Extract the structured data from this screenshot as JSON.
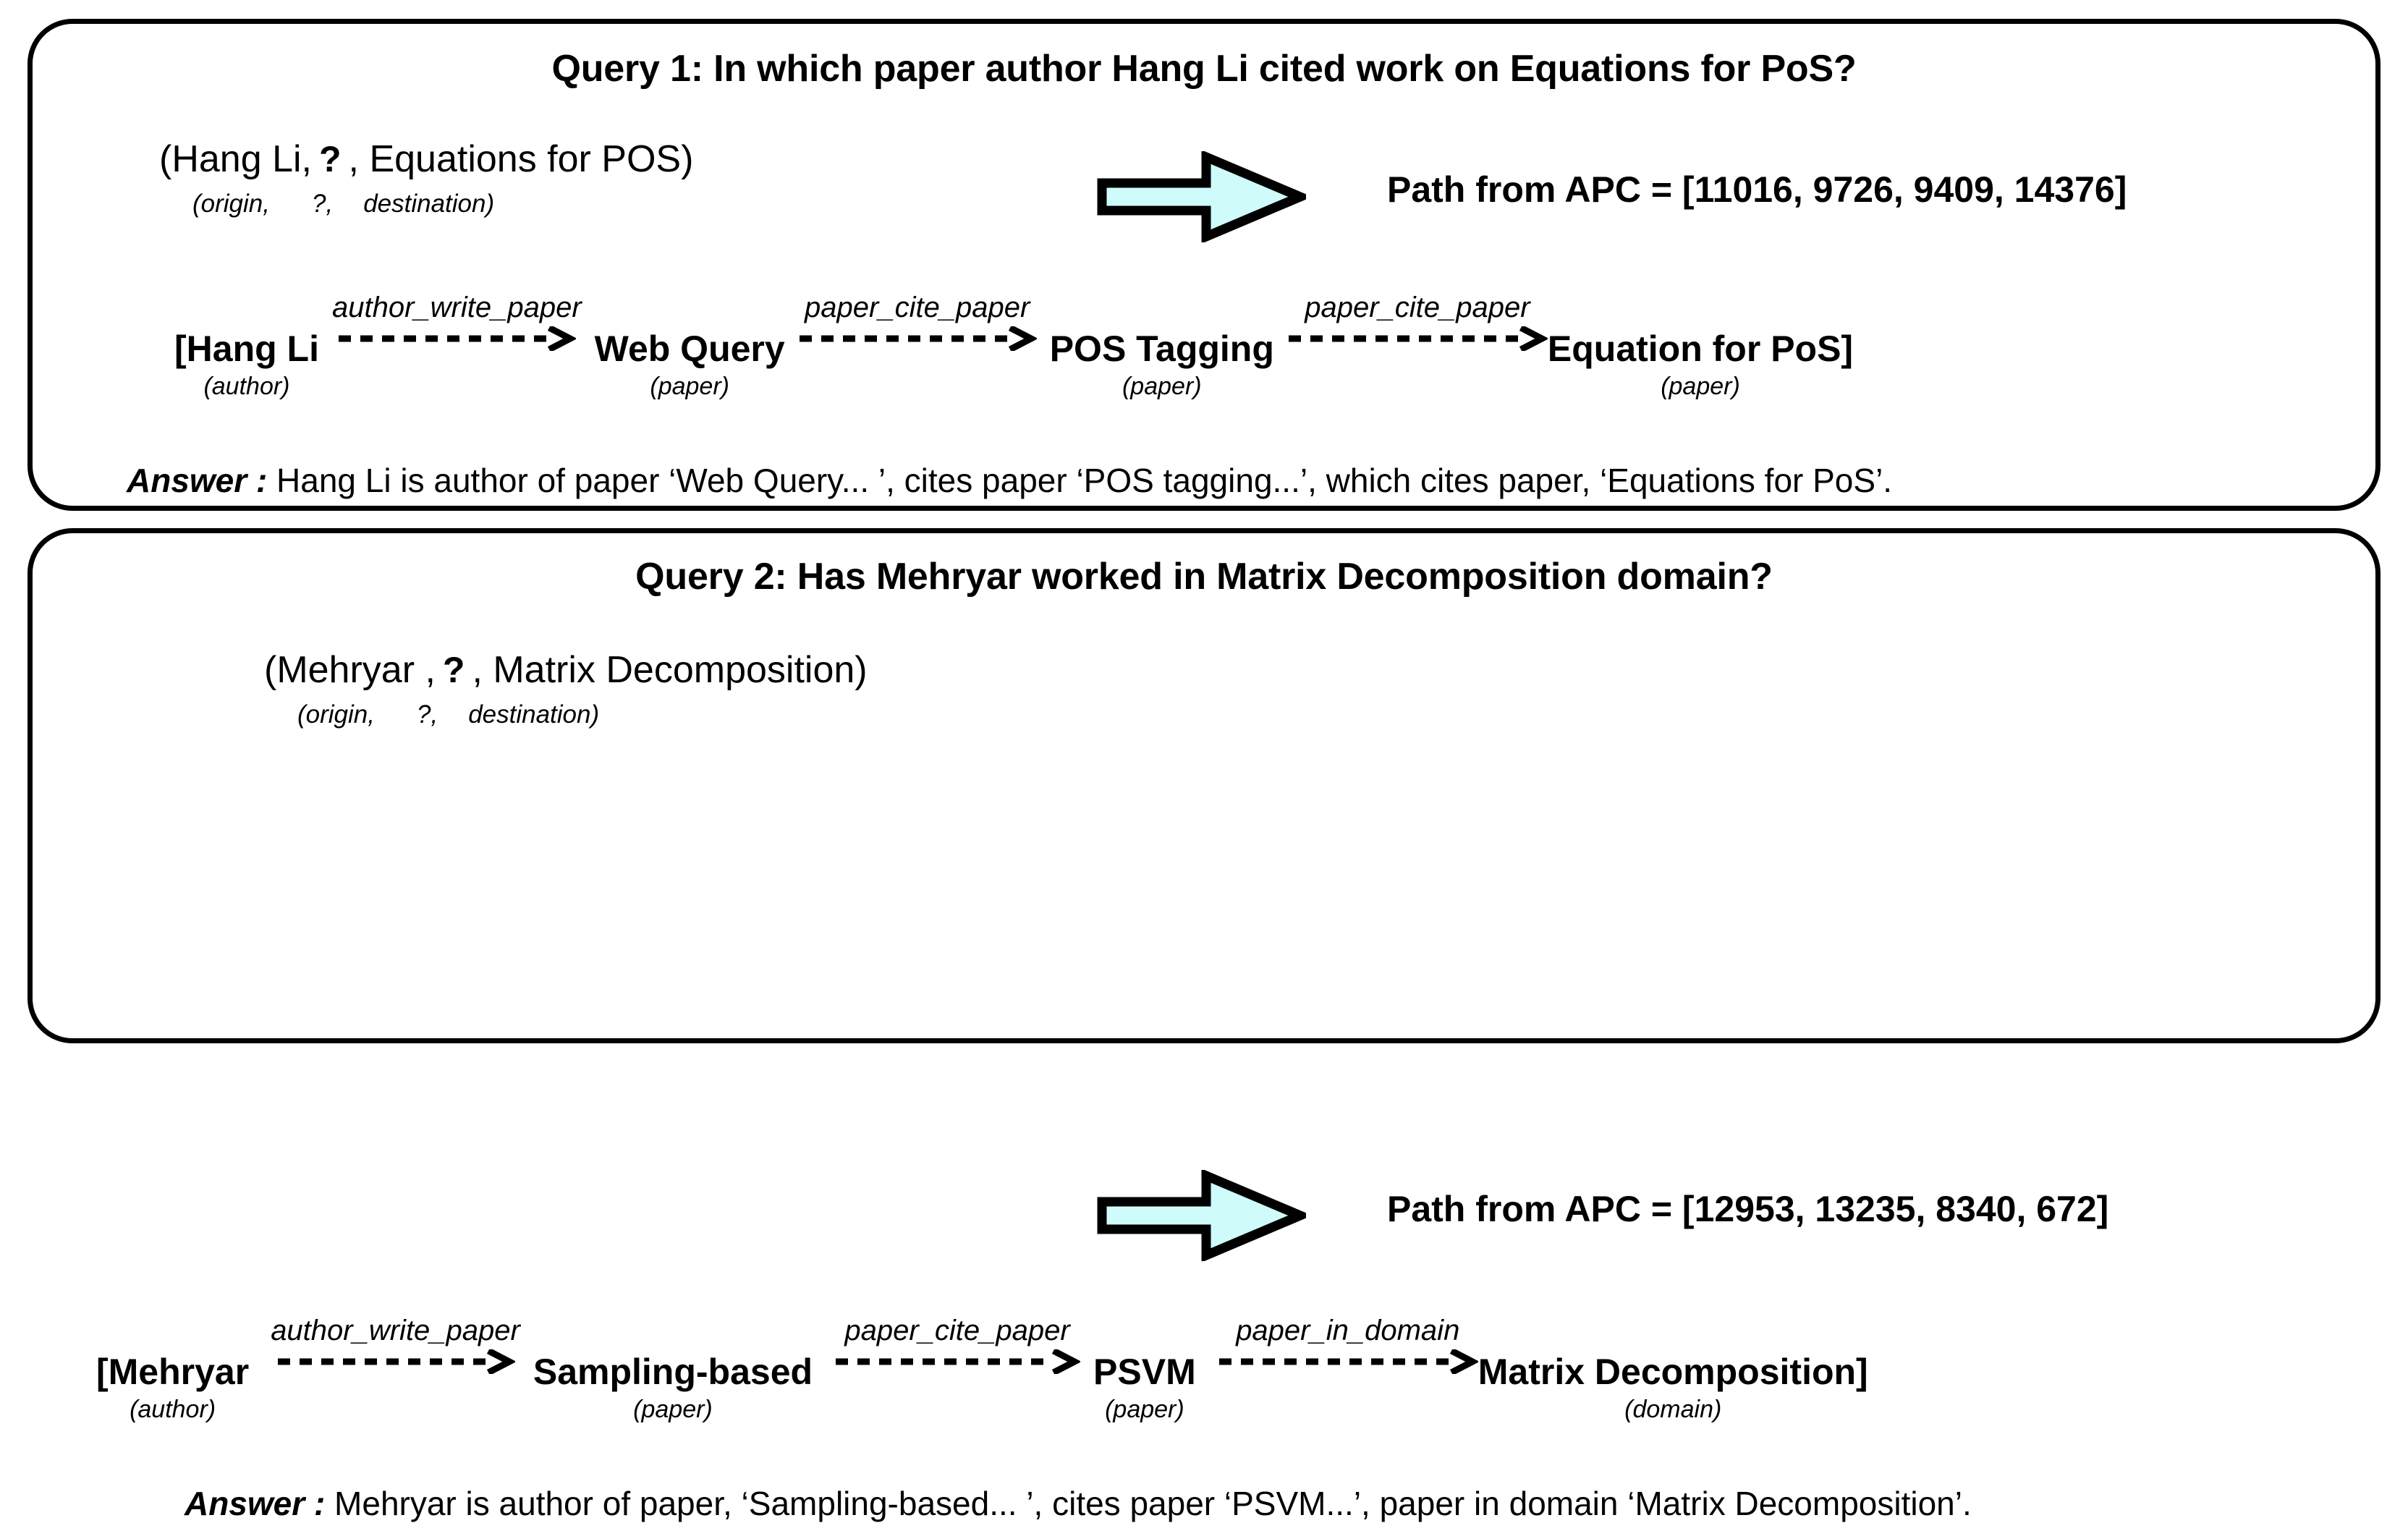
{
  "colors": {
    "arrow_fill": "#CFFBFB",
    "arrow_stroke": "#000000",
    "panel_border": "#000000",
    "background": "#FFFFFF",
    "text": "#000000"
  },
  "panels": [
    {
      "id": "query-1",
      "title": "Query 1: In which paper author Hang Li cited work on Equations for PoS?",
      "triple": {
        "open": "(Hang Li,",
        "unknown": "?",
        "close": ", Equations for POS)",
        "legend_origin": "(origin,",
        "legend_unknown": "?,",
        "legend_destination": "destination)"
      },
      "arrow_icon": "right-block-arrow-icon",
      "apc_label": "Path from APC = [11016, 9726, 9409, 14376]",
      "chain": {
        "nodes": [
          {
            "label": "[Hang Li",
            "type": "(author)"
          },
          {
            "label": "Web Query",
            "type": "(paper)"
          },
          {
            "label": "POS Tagging",
            "type": "(paper)"
          },
          {
            "label": "Equation for PoS]",
            "type": "(paper)"
          }
        ],
        "edges": [
          {
            "label": "author_write_paper"
          },
          {
            "label": "paper_cite_paper"
          },
          {
            "label": "paper_cite_paper"
          }
        ]
      },
      "answer": {
        "key": "Answer :",
        "text": "Hang Li is author of paper ‘Web Query... ’, cites paper  ‘POS tagging...’, which cites paper, ‘Equations for PoS’."
      }
    },
    {
      "id": "query-2",
      "title": "Query 2: Has Mehryar worked in Matrix Decomposition domain?",
      "triple": {
        "open": "(Mehryar ,",
        "unknown": "?",
        "close": ", Matrix Decomposition)",
        "legend_origin": "(origin,",
        "legend_unknown": "?,",
        "legend_destination": "destination)"
      },
      "arrow_icon": "right-block-arrow-icon",
      "apc_label": "Path from APC = [12953, 13235, 8340, 672]",
      "chain": {
        "nodes": [
          {
            "label": "[Mehryar",
            "type": "(author)"
          },
          {
            "label": "Sampling-based",
            "type": "(paper)"
          },
          {
            "label": "PSVM",
            "type": "(paper)"
          },
          {
            "label": "Matrix Decomposition]",
            "type": "(domain)"
          }
        ],
        "edges": [
          {
            "label": "author_write_paper"
          },
          {
            "label": "paper_cite_paper"
          },
          {
            "label": "paper_in_domain"
          }
        ]
      },
      "answer": {
        "key": "Answer :",
        "text": "Mehryar is author of paper,  ‘Sampling-based... ’, cites paper  ‘PSVM...’,  paper in domain ‘Matrix Decomposition’."
      }
    }
  ]
}
